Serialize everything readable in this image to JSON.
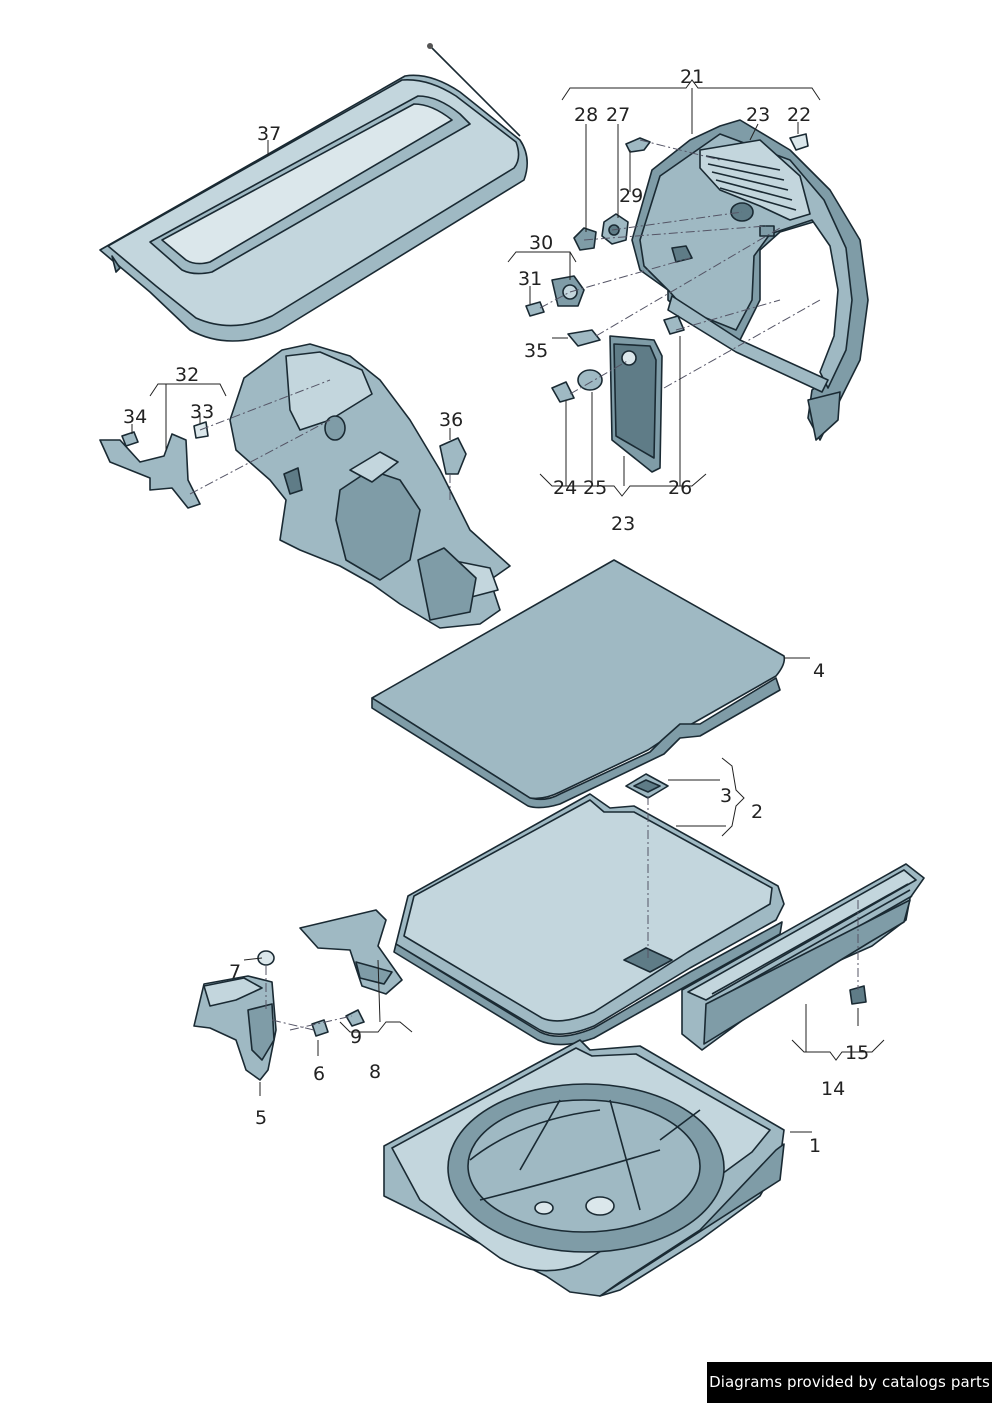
{
  "callouts": {
    "c1": "1",
    "c2": "2",
    "c3": "3",
    "c4": "4",
    "c5": "5",
    "c6": "6",
    "c7": "7",
    "c8": "8",
    "c9": "9",
    "c14": "14",
    "c15": "15",
    "c21": "21",
    "c22": "22",
    "c23a": "23",
    "c23b": "23",
    "c24": "24",
    "c25": "25",
    "c26": "26",
    "c27": "27",
    "c28": "28",
    "c29": "29",
    "c30": "30",
    "c31": "31",
    "c32": "32",
    "c33": "33",
    "c34": "34",
    "c35": "35",
    "c36": "36",
    "c37": "37"
  },
  "watermark": "Diagrams provided by catalogs parts"
}
